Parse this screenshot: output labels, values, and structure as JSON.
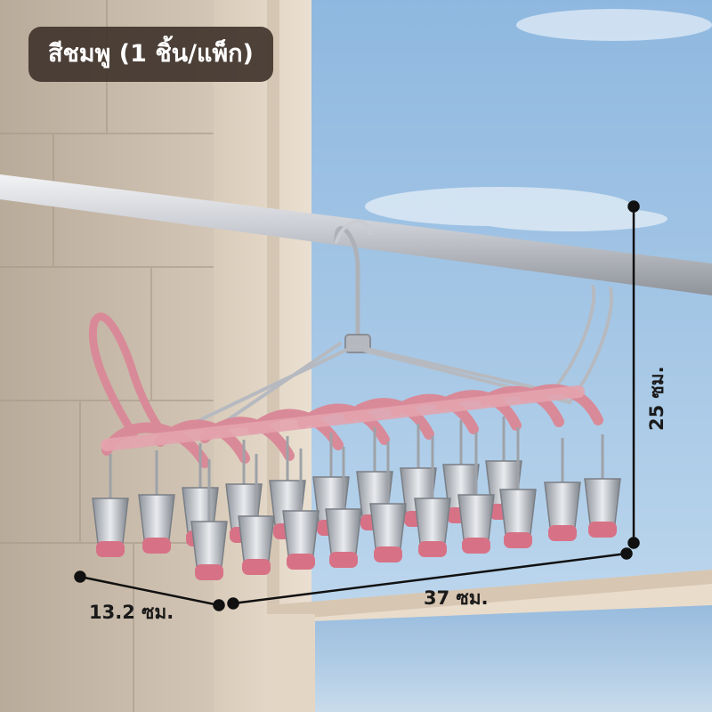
{
  "badge": {
    "label": "สีชมพู (1 ชิ้น/แพ็ก)"
  },
  "dimensions": {
    "depth": "13.2 ซม.",
    "width": "37 ซม.",
    "height": "25 ซม."
  },
  "colors": {
    "hanger_pink": "#d98a98",
    "clip_pink": "#d77286",
    "steel": "#b9bcc2",
    "sky": "#9ec3e3",
    "wall": "#c9bdae",
    "badge_bg": "#40342c"
  }
}
